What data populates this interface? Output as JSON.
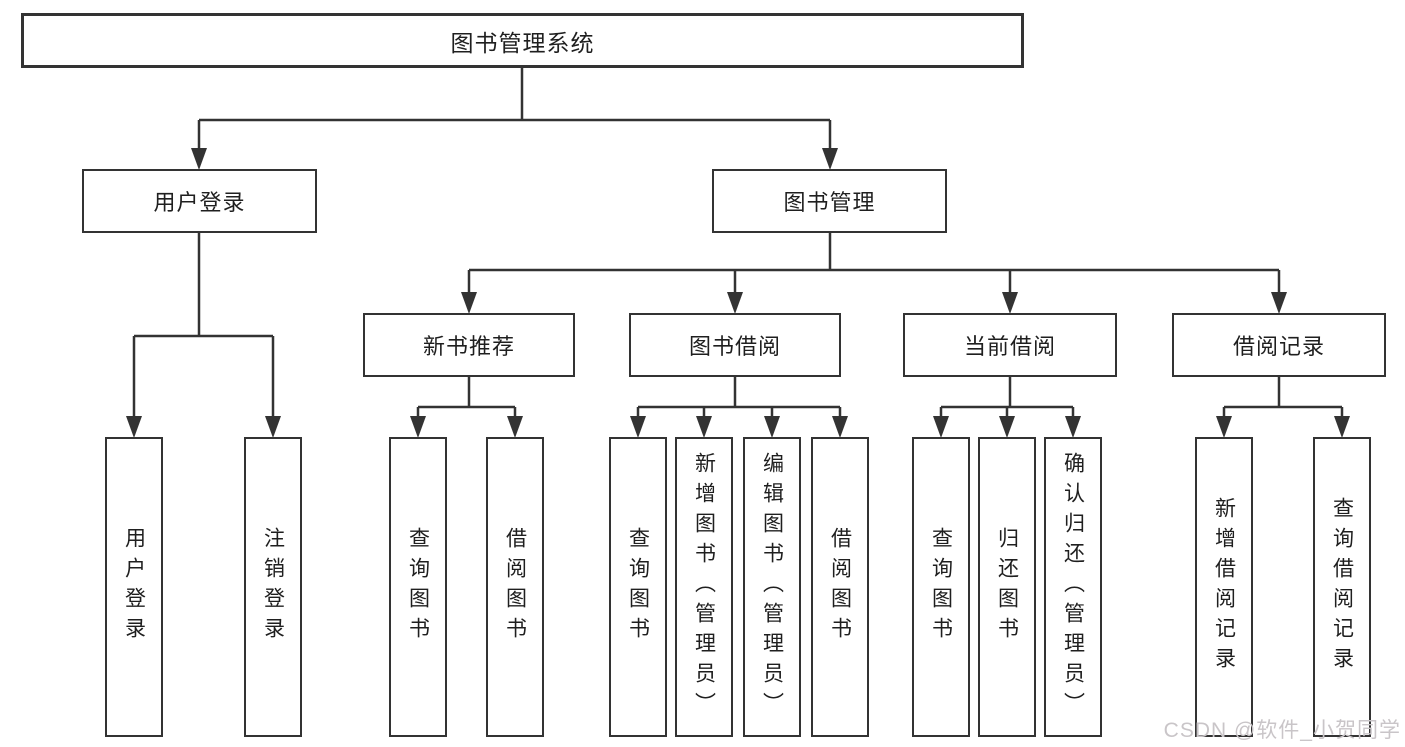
{
  "diagram_type": "tree",
  "root": {
    "label": "图书管理系统"
  },
  "branches": {
    "user_login": {
      "label": "用户登录",
      "children": [
        "用户登录",
        "注销登录"
      ]
    },
    "book_mgmt": {
      "label": "图书管理",
      "sections": {
        "new_books": {
          "label": "新书推荐",
          "children": [
            "查询图书",
            "借阅图书"
          ]
        },
        "book_borrow": {
          "label": "图书借阅",
          "children": [
            "查询图书",
            "新增图书（管理员）",
            "编辑图书（管理员）",
            "借阅图书"
          ]
        },
        "current_borrow": {
          "label": "当前借阅",
          "children": [
            "查询图书",
            "归还图书",
            "确认归还（管理员）"
          ]
        },
        "borrow_records": {
          "label": "借阅记录",
          "children": [
            "新增借阅记录",
            "查询借阅记录"
          ]
        }
      }
    }
  },
  "watermark": "CSDN @软件_小贺同学",
  "colors": {
    "line": "#333333",
    "text": "#1f1f1f",
    "background": "#ffffff",
    "watermark": "#c9c5c8"
  }
}
